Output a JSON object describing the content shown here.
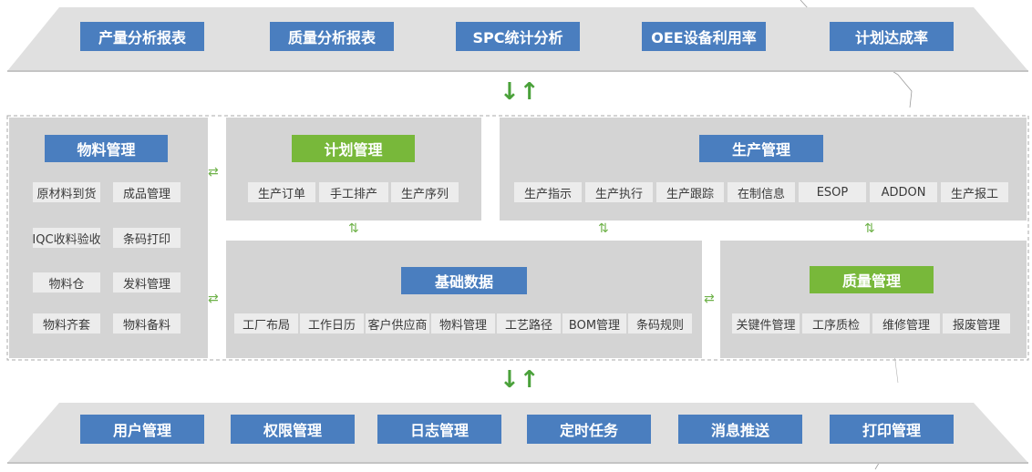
{
  "top_bar": {
    "items": [
      "产量分析报表",
      "质量分析报表",
      "SPC统计分析",
      "OEE设备利用率",
      "计划达成率"
    ]
  },
  "bottom_bar": {
    "items": [
      "用户管理",
      "权限管理",
      "日志管理",
      "定时任务",
      "消息推送",
      "打印管理"
    ]
  },
  "material": {
    "title": "物料管理",
    "items": [
      "原材料到货",
      "成品管理",
      "IQC收料验收",
      "条码打印",
      "物料仓",
      "发料管理",
      "物料齐套",
      "物料备料"
    ]
  },
  "plan": {
    "title": "计划管理",
    "items": [
      "生产订单",
      "手工排产",
      "生产序列"
    ]
  },
  "production": {
    "title": "生产管理",
    "items": [
      "生产指示",
      "生产执行",
      "生产跟踪",
      "在制信息",
      "ESOP",
      "ADDON",
      "生产报工"
    ]
  },
  "basic": {
    "title": "基础数据",
    "items": [
      "工厂布局",
      "工作日历",
      "客户供应商",
      "物料管理",
      "工艺路径",
      "BOM管理",
      "条码规则"
    ]
  },
  "quality": {
    "title": "质量管理",
    "items": [
      "关键件管理",
      "工序质检",
      "维修管理",
      "报废管理"
    ]
  },
  "arrows": {
    "down_up": "↓↑",
    "left_right": "⇄",
    "up_down": "⇅"
  },
  "colors": {
    "blue": "#4a7ebf",
    "green": "#78b83a",
    "panel": "#d4d4d4",
    "item": "#ececec",
    "arrow": "#4aa13a"
  }
}
